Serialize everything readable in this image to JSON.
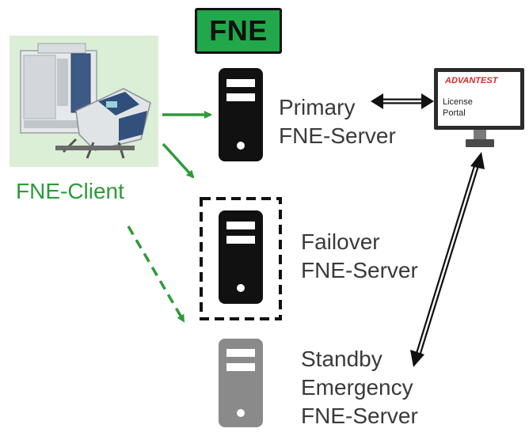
{
  "fne_badge": "FNE",
  "client": {
    "label": "FNE-Client",
    "image_icon": "tester-machine-icon"
  },
  "servers": {
    "primary": [
      "Primary",
      "FNE-Server"
    ],
    "failover": [
      "Failover",
      "FNE-Server"
    ],
    "standby": [
      "Standby",
      "Emergency",
      "FNE-Server"
    ]
  },
  "portal": {
    "brand": "ADVANTEST",
    "line1": "License",
    "line2": "Portal"
  },
  "colors": {
    "badge_green": "#21a84a",
    "client_green": "#2e9a3a",
    "client_bg": "#dbeed6",
    "server_black": "#111111",
    "standby_gray": "#8a8a8a",
    "brand_red": "#d62b2b"
  }
}
